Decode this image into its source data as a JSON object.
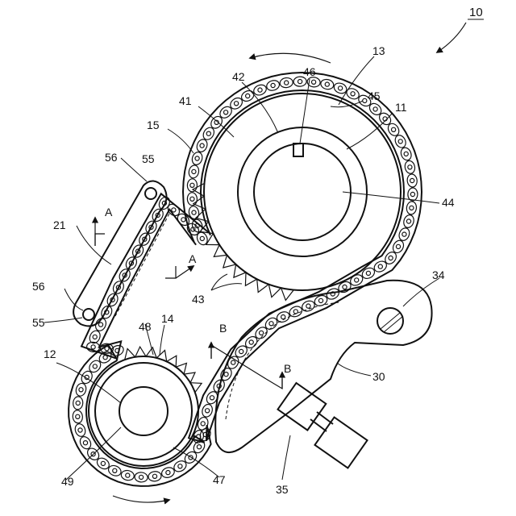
{
  "figure_number": "10",
  "labels": {
    "cam_chain_side": "13",
    "crank_sprocket_shaft": "11",
    "crankshaft": "12",
    "chain": "15",
    "guide": "21",
    "tensioner_arm": "30",
    "pivot_shaft": "34",
    "tensioner": "35",
    "large_sprocket": "41",
    "hub": "42",
    "teeth_43": "43",
    "bore": "44",
    "key_45": "45",
    "key_46": "46",
    "small_sprocket": "47",
    "teeth_48": "48",
    "small_bore": "49",
    "tension_14": "14",
    "hole_55_top": "55",
    "hole_55_bottom": "55",
    "tab_56_top": "56",
    "tab_56_bottom": "56"
  },
  "section_marks": {
    "a_left": "A",
    "a_right": "A",
    "b_left": "B",
    "b_right": "B"
  }
}
